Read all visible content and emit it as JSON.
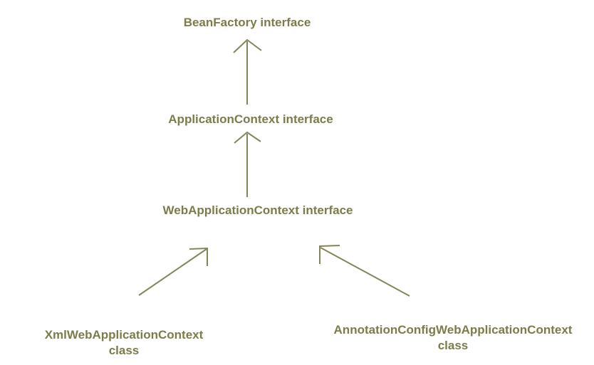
{
  "colors": {
    "text": "#7c7c4a",
    "arrow": "#85855a",
    "background": "#ffffff"
  },
  "nodes": {
    "beanFactory": {
      "label": "BeanFactory interface"
    },
    "applicationContext": {
      "label": "ApplicationContext interface"
    },
    "webApplicationContext": {
      "label": "WebApplicationContext interface"
    },
    "xmlWebApplicationContext": {
      "label": "XmlWebApplicationContext",
      "sublabel": "class"
    },
    "annotationConfigWebApplicationContext": {
      "label": "AnnotationConfigWebApplicationContext",
      "sublabel": "class"
    }
  },
  "edges": [
    {
      "from": "ApplicationContext interface",
      "to": "BeanFactory interface",
      "style": "open-arrowhead"
    },
    {
      "from": "WebApplicationContext interface",
      "to": "ApplicationContext interface",
      "style": "open-arrowhead"
    },
    {
      "from": "XmlWebApplicationContext class",
      "to": "WebApplicationContext interface",
      "style": "open-arrowhead"
    },
    {
      "from": "AnnotationConfigWebApplicationContext class",
      "to": "WebApplicationContext interface",
      "style": "open-arrowhead"
    }
  ]
}
